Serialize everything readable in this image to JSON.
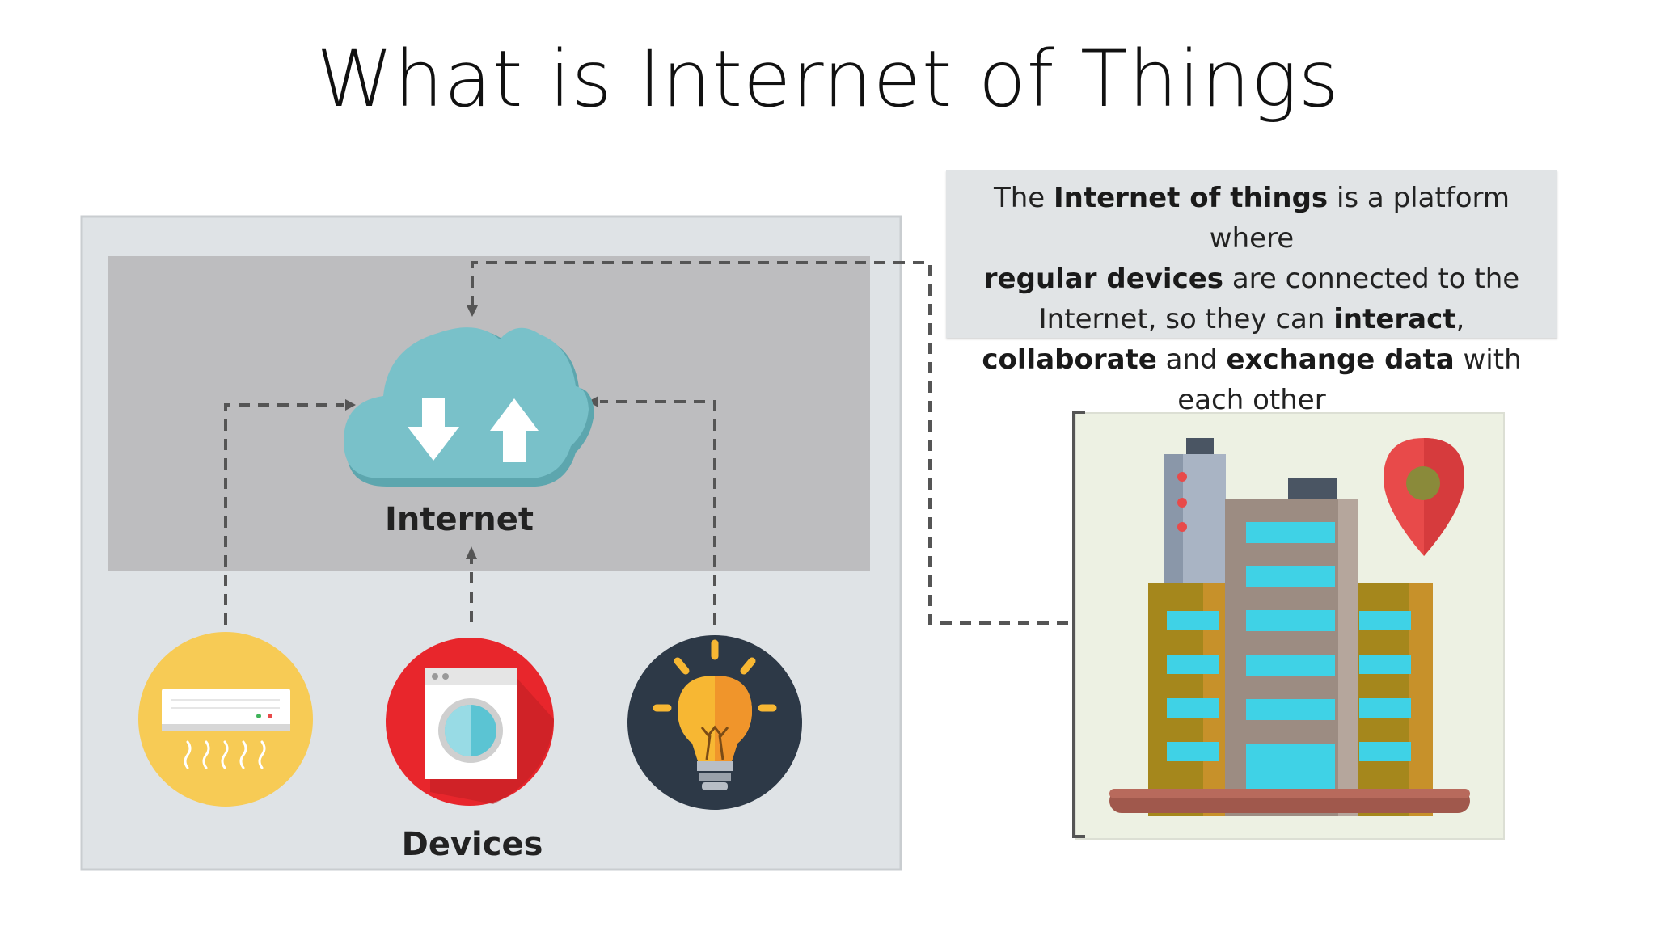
{
  "slide": {
    "title": "What is Internet of Things"
  },
  "diagram": {
    "internet_label": "Internet",
    "devices_label": "Devices",
    "description": [
      {
        "text": "The ",
        "bold": false
      },
      {
        "text": "Internet of things",
        "bold": true
      },
      {
        "text": " is a platform where ",
        "bold": false
      },
      {
        "text": "regular devices",
        "bold": true
      },
      {
        "text": " are connected to the Internet, so they can ",
        "bold": false
      },
      {
        "text": "interact",
        "bold": true
      },
      {
        "text": ", ",
        "bold": false
      },
      {
        "text": "collaborate",
        "bold": true
      },
      {
        "text": " and ",
        "bold": false
      },
      {
        "text": "exchange data",
        "bold": true
      },
      {
        "text": " with each other",
        "bold": false
      }
    ],
    "devices": [
      {
        "name": "air-conditioner",
        "bg": "#f7cb55"
      },
      {
        "name": "washing-machine",
        "bg": "#e8262c"
      },
      {
        "name": "light-bulb",
        "bg": "#2d3947"
      }
    ]
  },
  "colors": {
    "outer_panel": "#dfe3e6",
    "inner_panel": "#bdbdbf",
    "cloud": "#79c1c9",
    "cloud_shadow": "#5da6ae",
    "connector": "#555555",
    "building_panel": "#edf1e3",
    "pin": "#e84a4a"
  }
}
